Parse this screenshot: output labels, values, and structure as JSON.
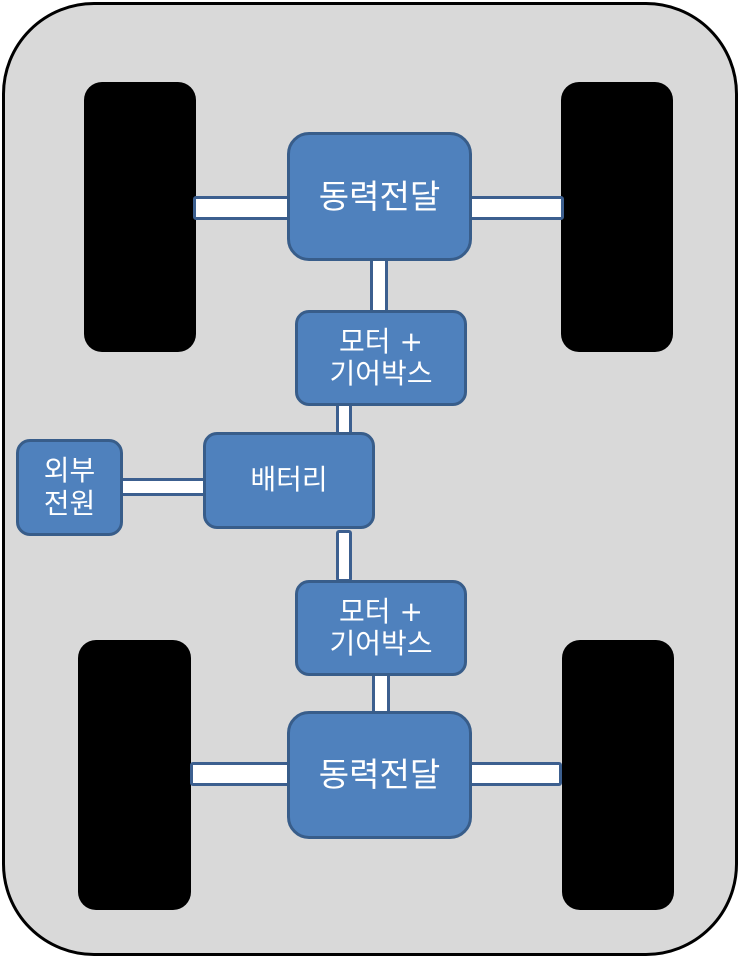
{
  "diagram": {
    "front_transmission": "동력전달",
    "front_motor": "모터 +\n기어박스",
    "battery": "배터리",
    "external_power": "외부\n전원",
    "rear_motor": "모터 +\n기어박스",
    "rear_transmission": "동력전달"
  },
  "colors": {
    "box_fill": "#4f81bd",
    "box_border": "#385d8a",
    "chassis_fill": "#d9d9d9",
    "wheel": "#000000"
  }
}
